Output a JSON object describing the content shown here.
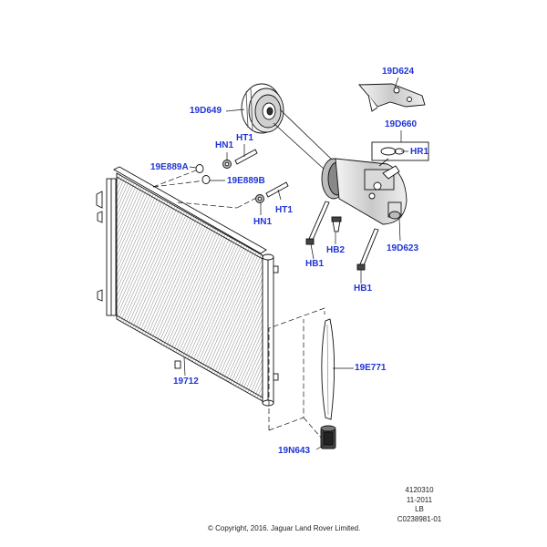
{
  "diagram": {
    "callouts": {
      "c19D624": "19D624",
      "c19D649": "19D649",
      "c19D660": "19D660",
      "cHR1": "HR1",
      "cHN1a": "HN1",
      "cHT1a": "HT1",
      "c19E889A": "19E889A",
      "c19E889B": "19E889B",
      "cHT1b": "HT1",
      "cHN1b": "HN1",
      "cHB2": "HB2",
      "cHB1a": "HB1",
      "c19D623": "19D623",
      "cHB1b": "HB1",
      "c19E771": "19E771",
      "c19712": "19712",
      "c19N643": "19N643"
    },
    "footer": {
      "line1": "4120310",
      "line2": "11-2011",
      "line3": "LB",
      "line4": "C0238981-01",
      "copyright": "© Copyright, 2016. Jaguar Land Rover Limited."
    },
    "colors": {
      "callout": "#1f35d6",
      "line": "#111111"
    }
  }
}
